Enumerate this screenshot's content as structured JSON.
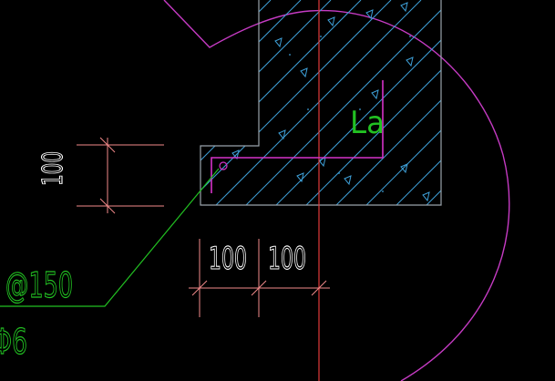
{
  "canvas": {
    "background": "#000000"
  },
  "colors": {
    "section_outline": "#9aa3ab",
    "hatch": "#3ea0d8",
    "aggregate": "#3ea0d8",
    "rebar": "#d633c9",
    "detail_circle": "#c63bc4",
    "leader": "#22c122",
    "dimension": "#f28a8a",
    "dimension_text": "#ffffff",
    "centerline": "#e23a3a",
    "anchor_label": "#22c122"
  },
  "labels": {
    "anchor_length": "La",
    "spacing": "@150",
    "bar_size": "Φ6"
  },
  "dimensions": {
    "vertical_height": "100",
    "horizontal_left": "100",
    "horizontal_right": "100"
  }
}
